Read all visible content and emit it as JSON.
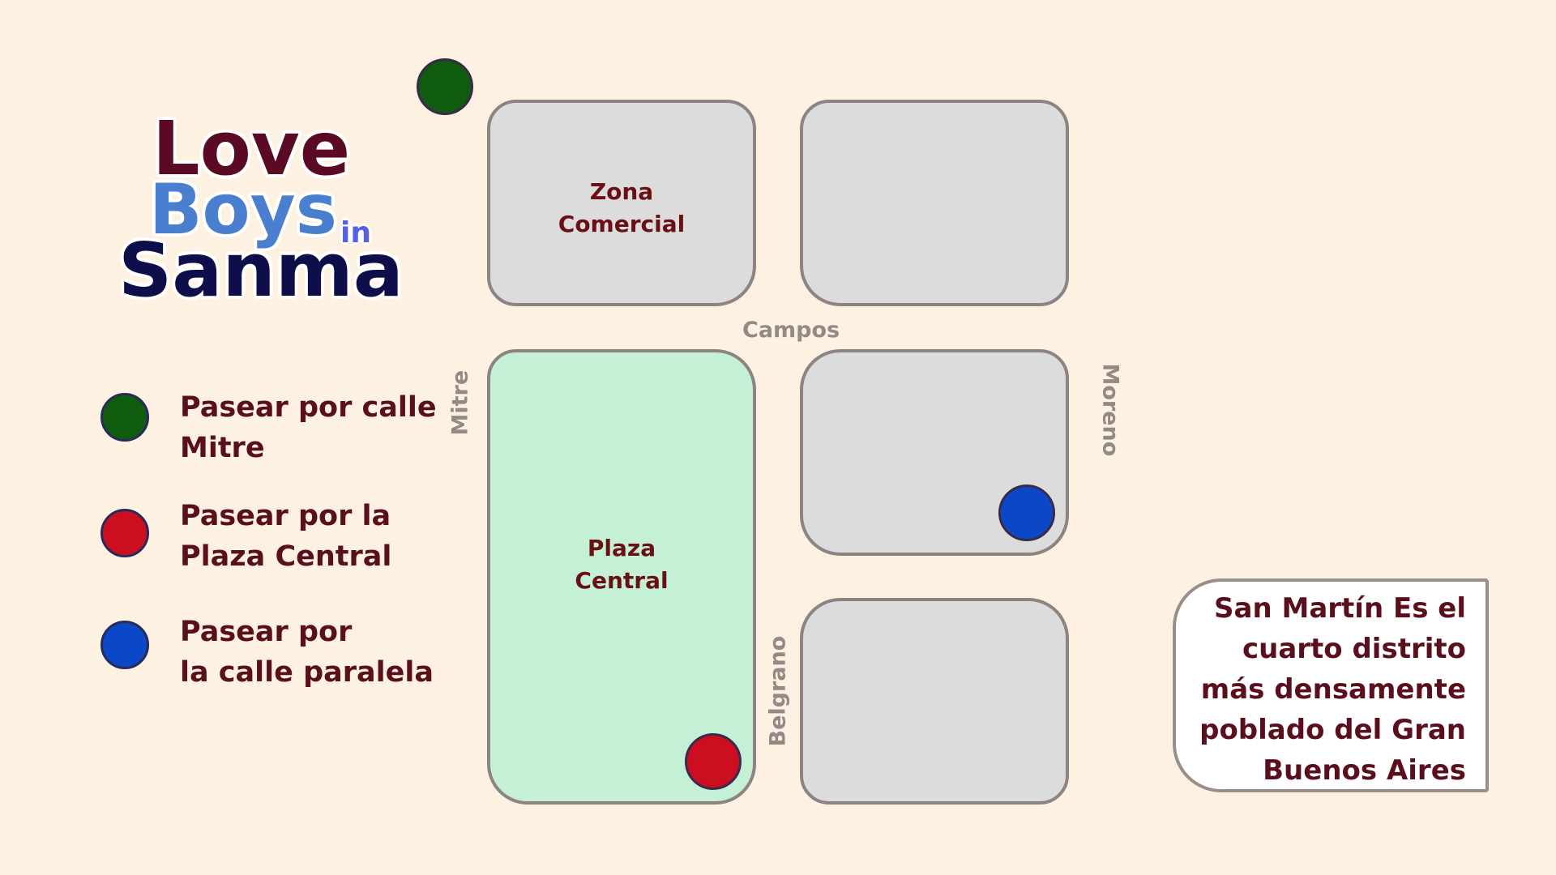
{
  "logo": {
    "love": "Love",
    "boys": "Boys",
    "in": "in",
    "sanma": "Sanma"
  },
  "legend": [
    {
      "color": "#0f5c0f",
      "text": "Pasear por calle\nMitre"
    },
    {
      "color": "#cc0f20",
      "text": "Pasear por la\nPlaza Central"
    },
    {
      "color": "#0a48c8",
      "text": "Pasear por\nla calle paralela"
    }
  ],
  "blocks": {
    "zona_comercial": {
      "label": "Zona\nComercial"
    },
    "plaza_central": {
      "label": "Plaza\nCentral"
    }
  },
  "streets": {
    "campos": "Campos",
    "mitre": "Mitre",
    "moreno": "Moreno",
    "belgrano": "Belgrano"
  },
  "markers": {
    "green": "#0f5c0f",
    "red": "#cc0f20",
    "blue": "#0a48c8"
  },
  "info": {
    "text": "San Martín Es el cuarto distrito más densamente poblado del Gran Buenos Aires"
  }
}
